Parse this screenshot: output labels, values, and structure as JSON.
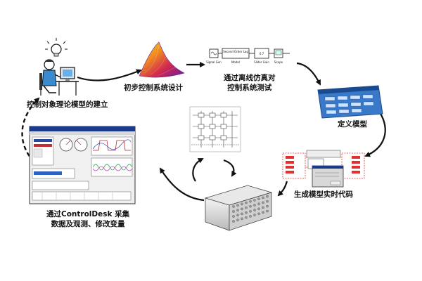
{
  "steps": {
    "theory": "控制对象理论模型的建立",
    "design": "初步控制系统设计",
    "offline_line1": "通过离线仿真对",
    "offline_line2": "控制系统测试",
    "define": "定义模型",
    "codegen": "生成模型实时代码",
    "desk_line1": "通过ControlDesk 采集",
    "desk_line2": "数据及观测、修改变量"
  },
  "simulink": {
    "blocks": [
      "Signal Gen",
      "Second Order Lag",
      "Model",
      "Slider Gain",
      "Scope"
    ],
    "gain_value": "0.7"
  },
  "colors": {
    "arrow": "#111111",
    "model_panel": "#3a78c8",
    "surface_hot": "#e8d020",
    "surface_cold": "#7a1aa0",
    "codegen_red": "#e03030"
  }
}
